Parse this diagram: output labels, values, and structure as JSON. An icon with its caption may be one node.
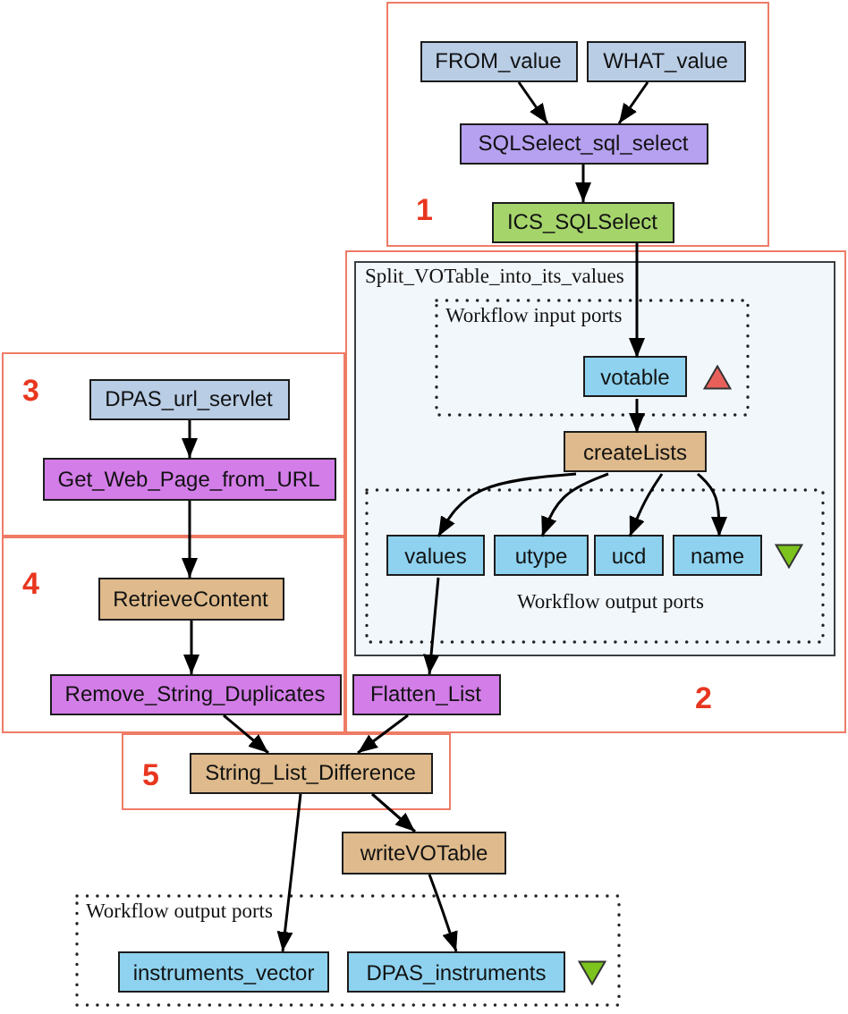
{
  "diagram": {
    "nodes": [
      {
        "text": [
          "1"
        ]
      },
      {
        "text": [
          "FROM_value"
        ],
        "in": 0
      },
      {
        "text": [
          "WHAT_value"
        ],
        "in": 0
      },
      {
        "text": [
          "SQLSelect_sql_select"
        ],
        "in": 0
      },
      {
        "text": [
          "ICS_SQLSelect"
        ],
        "in": 0
      },
      {
        "text": [
          "2"
        ]
      },
      {
        "text": [
          "Split_VOTable_into_its_values"
        ],
        "in": 5
      },
      {
        "text": [
          "Workflow input ports"
        ],
        "in": 6
      },
      {
        "text": [
          "votable"
        ],
        "in": 7
      },
      {
        "text": [
          "createLists"
        ],
        "in": 6
      },
      {
        "text": [
          "Workflow output ports"
        ],
        "in": 6
      },
      {
        "text": [
          "values"
        ],
        "in": 10
      },
      {
        "text": [
          "utype"
        ],
        "in": 10
      },
      {
        "text": [
          "ucd"
        ],
        "in": 10
      },
      {
        "text": [
          "name"
        ],
        "in": 10
      },
      {
        "text": [
          "Flatten_List"
        ],
        "in": 5
      },
      {
        "text": [
          "3"
        ]
      },
      {
        "text": [
          "DPAS_url_servlet"
        ],
        "in": 16
      },
      {
        "text": [
          "Get_Web_Page_from_URL"
        ],
        "in": 16
      },
      {
        "text": [
          "4"
        ]
      },
      {
        "text": [
          "RetrieveContent"
        ],
        "in": 19
      },
      {
        "text": [
          "Remove_String_Duplicates"
        ],
        "in": 19
      },
      {
        "text": [
          "5"
        ]
      },
      {
        "text": [
          "String_List_Difference"
        ],
        "in": 22
      },
      {
        "text": [
          "writeVOTable"
        ]
      },
      {
        "text": [
          "Workflow output ports"
        ]
      },
      {
        "text": [
          "instruments_vector"
        ],
        "in": 25
      },
      {
        "text": [
          "DPAS_instruments"
        ],
        "in": 25
      }
    ],
    "edges": [
      {
        "from": 1,
        "to": 3,
        "arrow": "to"
      },
      {
        "from": 2,
        "to": 3,
        "arrow": "to"
      },
      {
        "from": 3,
        "to": 4,
        "arrow": "to"
      },
      {
        "from": 4,
        "to": 8,
        "arrow": "to"
      },
      {
        "from": 8,
        "to": 9,
        "arrow": "to"
      },
      {
        "from": 9,
        "to": 11,
        "arrow": "to"
      },
      {
        "from": 9,
        "to": 12,
        "arrow": "to"
      },
      {
        "from": 9,
        "to": 13,
        "arrow": "to"
      },
      {
        "from": 9,
        "to": 14,
        "arrow": "to"
      },
      {
        "from": 11,
        "to": 15,
        "arrow": "to"
      },
      {
        "from": 17,
        "to": 18,
        "arrow": "to"
      },
      {
        "from": 18,
        "to": 20,
        "arrow": "to"
      },
      {
        "from": 20,
        "to": 21,
        "arrow": "to"
      },
      {
        "from": 21,
        "to": 23,
        "arrow": "to"
      },
      {
        "from": 15,
        "to": 23,
        "arrow": "to"
      },
      {
        "from": 23,
        "to": 26,
        "arrow": "to"
      },
      {
        "from": 23,
        "to": 24,
        "arrow": "to"
      },
      {
        "from": 24,
        "to": 27,
        "arrow": "to"
      }
    ]
  }
}
